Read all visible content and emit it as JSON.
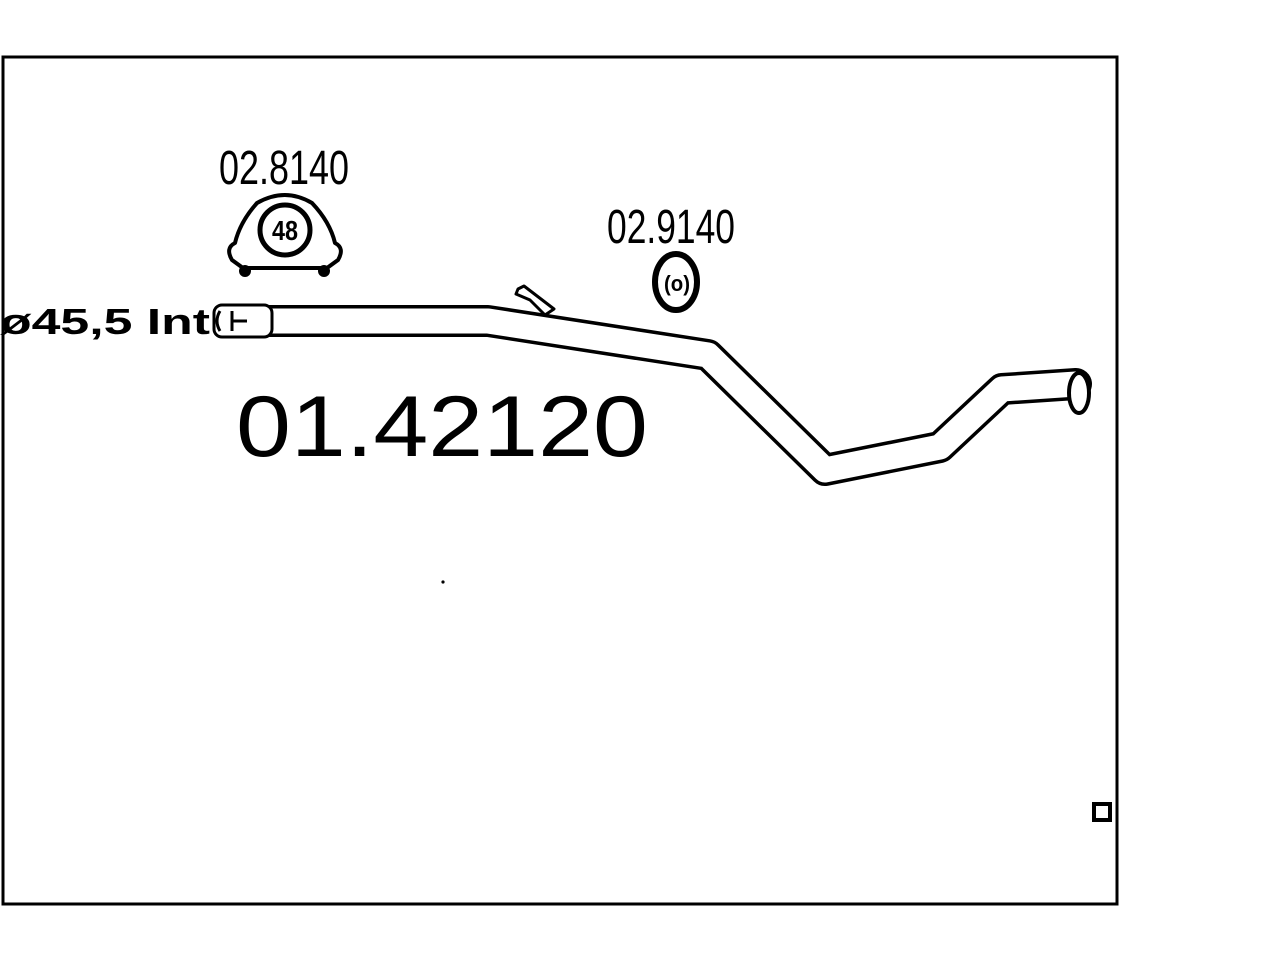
{
  "drawing": {
    "part_number": "01.42120",
    "clamp_part": "02.8140",
    "clamp_size": "48",
    "hanger_part": "02.9140",
    "hanger_label": "(o)",
    "diameter_label": "ø45,5  Int"
  },
  "colors": {
    "line": "#000000",
    "background": "#ffffff"
  }
}
